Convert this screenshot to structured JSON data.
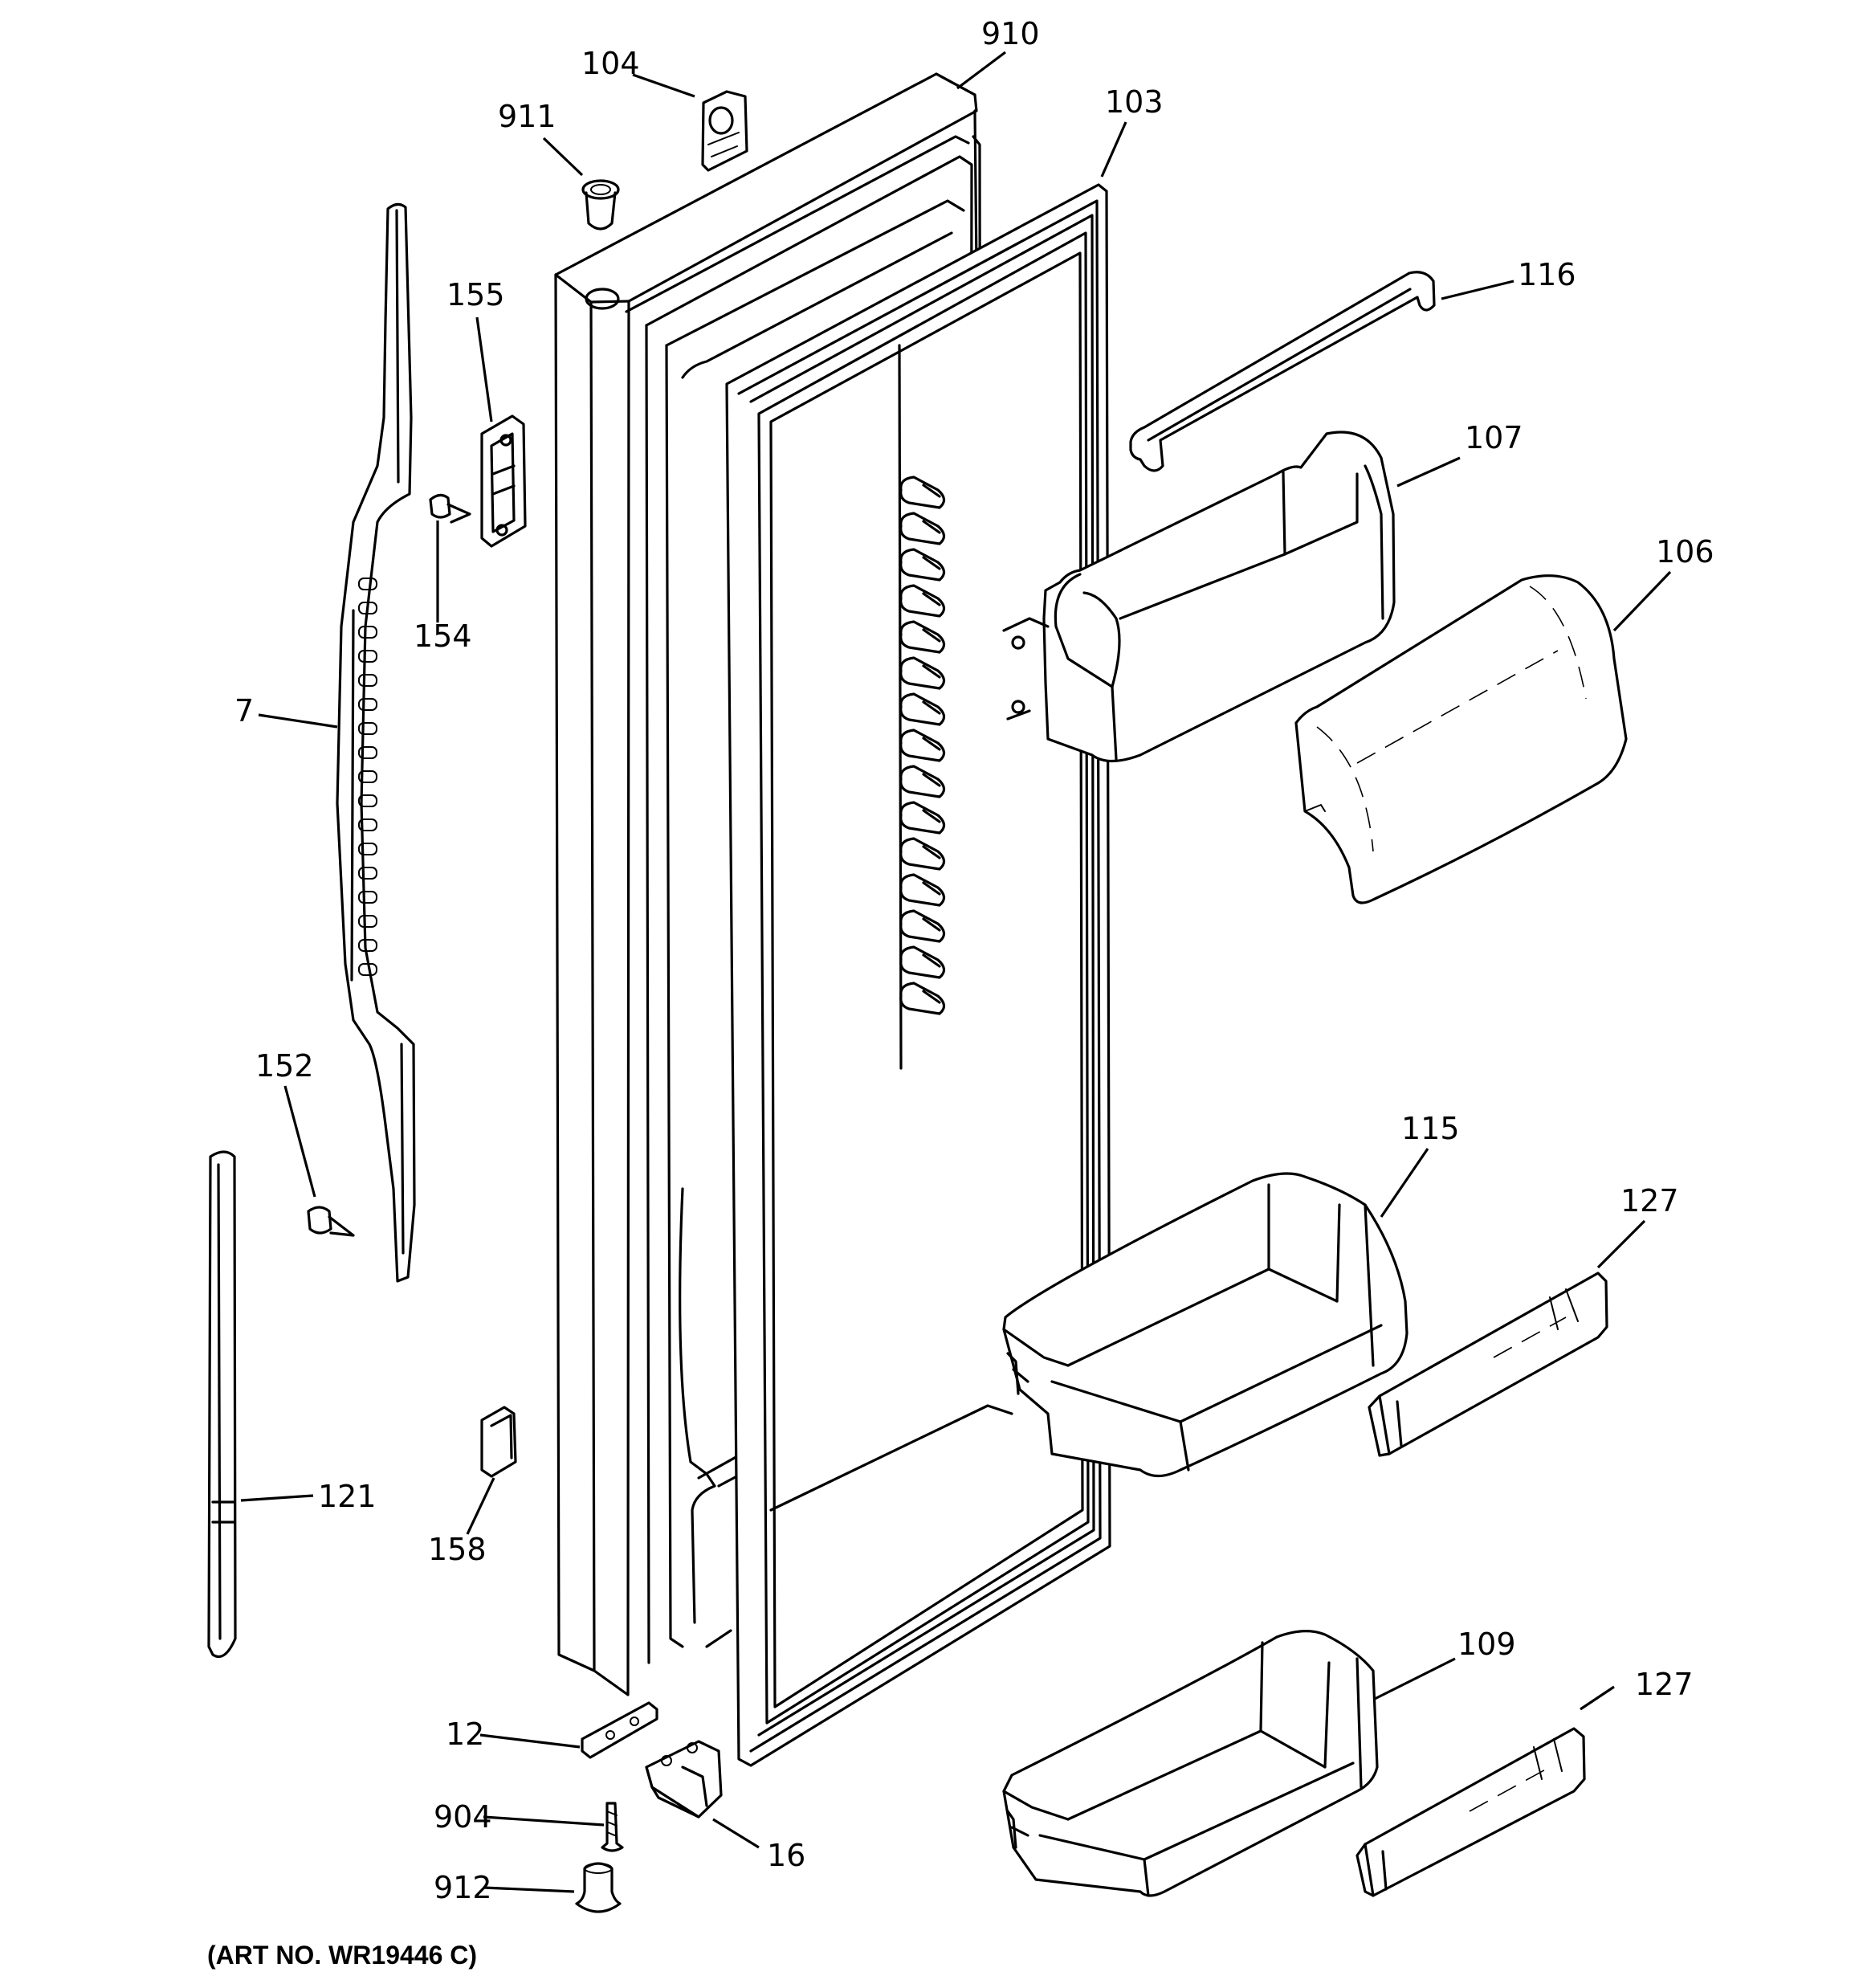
{
  "diagram": {
    "callouts": [
      "104",
      "910",
      "911",
      "103",
      "155",
      "116",
      "107",
      "154",
      "106",
      "7",
      "152",
      "115",
      "127",
      "121",
      "158",
      "109",
      "127",
      "12",
      "904",
      "16",
      "912"
    ],
    "art_number": "(ART NO. WR19446 C)"
  }
}
